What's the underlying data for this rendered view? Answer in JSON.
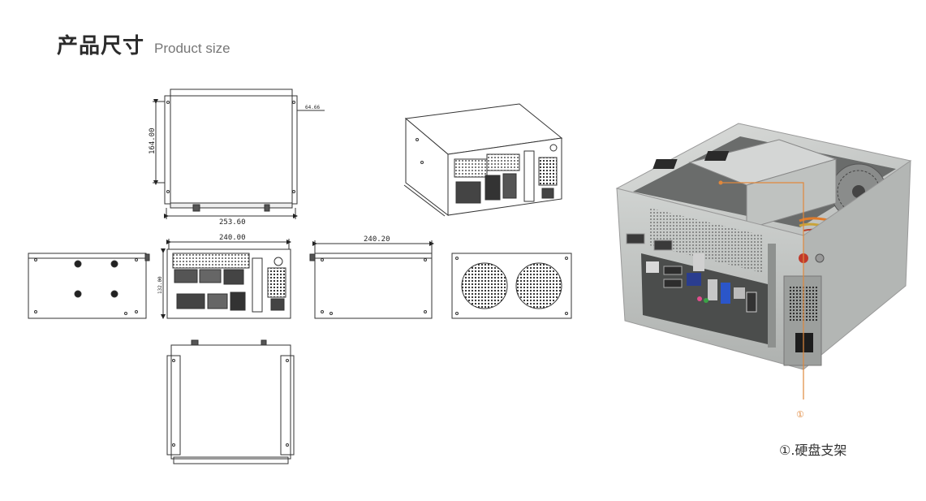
{
  "header": {
    "title_cn": "产品尺寸",
    "title_en": "Product size"
  },
  "dimensions": {
    "top_height": "164.00",
    "top_flange": "64.66",
    "top_width": "253.60",
    "front_width": "240.00",
    "front_height": "132.00",
    "side_width": "240.20"
  },
  "callout": {
    "marker": "①",
    "label": "①.硬盘支架"
  },
  "colors": {
    "accent": "#e0883c",
    "line": "#333333",
    "chassis": "#c9ccca"
  }
}
